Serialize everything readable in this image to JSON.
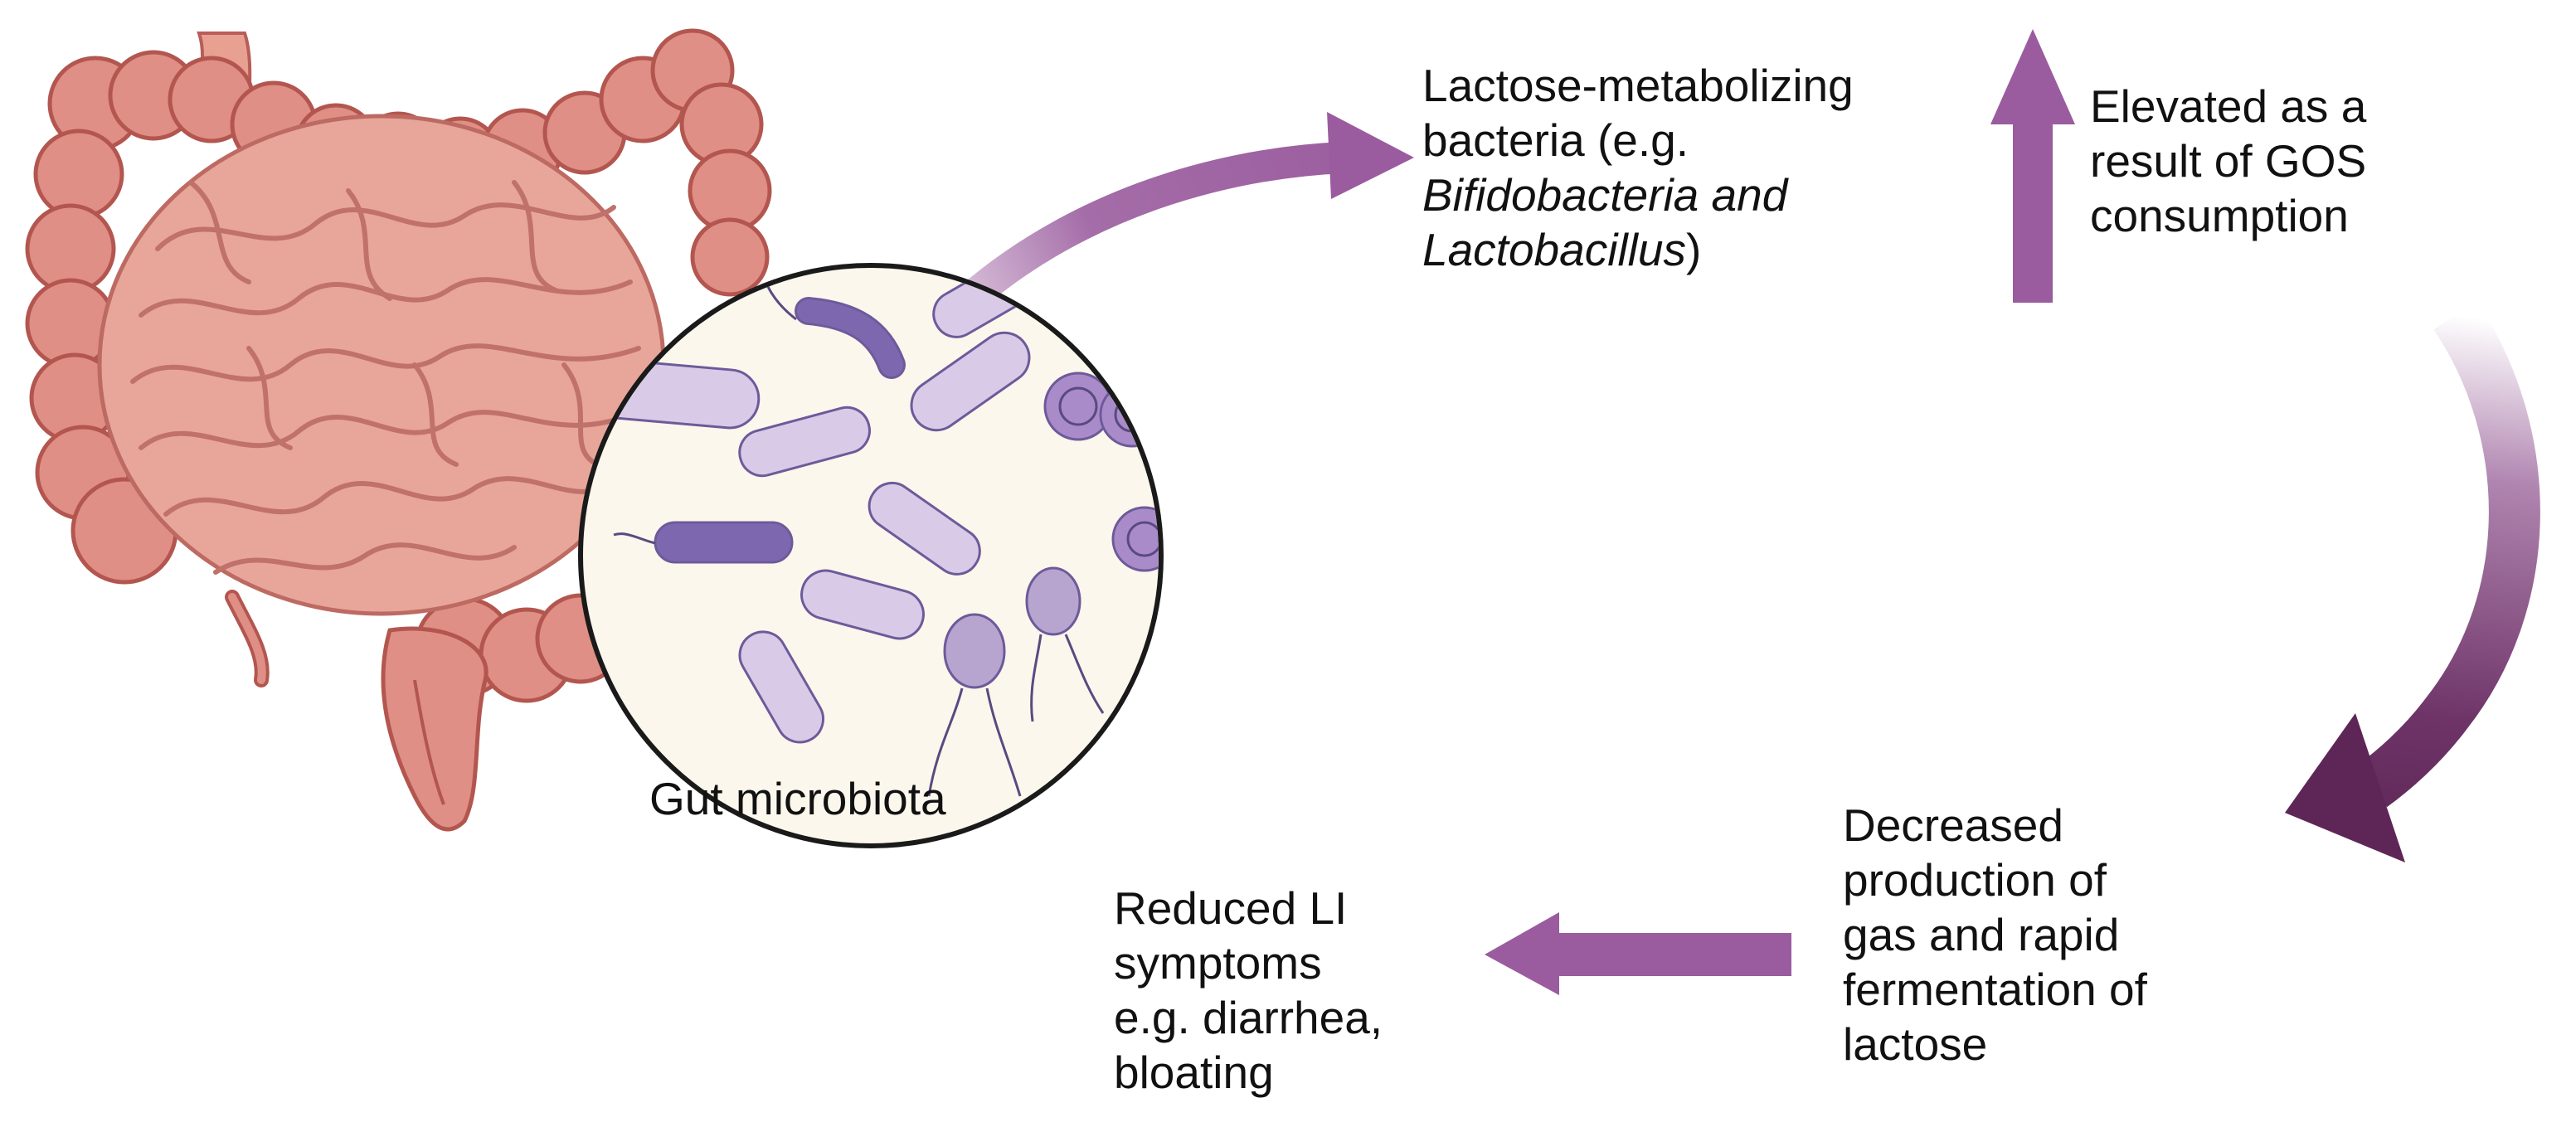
{
  "colors": {
    "arrow_purple": "#9a5c9e",
    "arrow_dark": "#6b2f67",
    "intestine_fill": "#e59a8f",
    "intestine_stroke": "#b85d58",
    "lens_background": "#fbf7ec",
    "bacteria_light": "#d9cbe8",
    "bacteria_dark": "#7d68b0"
  },
  "labels": {
    "microbiota": "Gut microbiota",
    "bacteria_line1": "Lactose-metabolizing",
    "bacteria_line2": "bacteria (e.g.",
    "bacteria_line3_italic": "Bifidobacteria and",
    "bacteria_line4_italic": "Lactobacillus",
    "bacteria_line4_suffix": ")",
    "elevated_line1": "Elevated as a",
    "elevated_line2": "result of GOS",
    "elevated_line3": "consumption",
    "decreased_line1": "Decreased",
    "decreased_line2": "production of",
    "decreased_line3": "gas and rapid",
    "decreased_line4": "fermentation of",
    "decreased_line5": "lactose",
    "reduced_line1": "Reduced LI",
    "reduced_line2": "symptoms",
    "reduced_line3": "e.g. diarrhea,",
    "reduced_line4": "bloating"
  },
  "icons": [
    "intestine-illustration",
    "magnifier-lens",
    "bacteria-icons",
    "curved-arrow",
    "up-arrow",
    "down-curved-arrow",
    "left-arrow"
  ]
}
